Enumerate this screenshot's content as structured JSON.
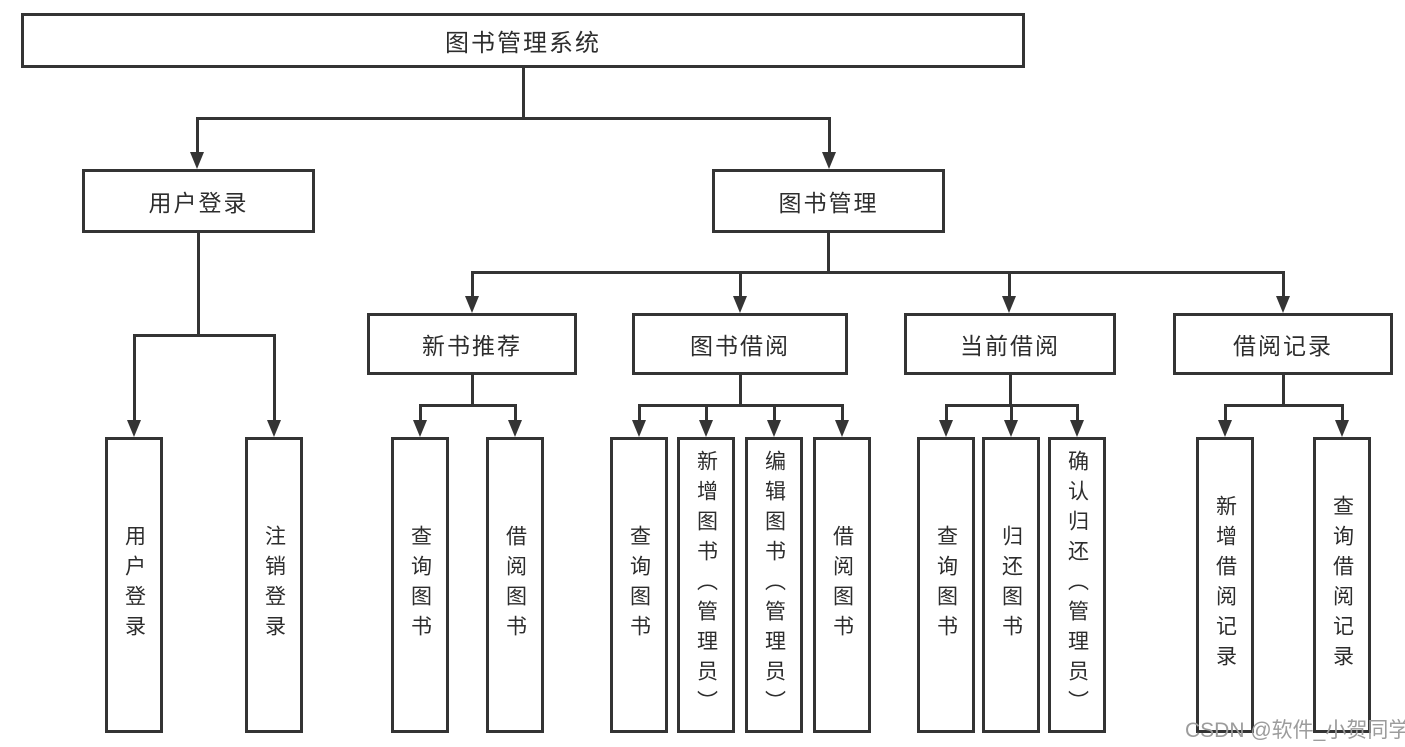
{
  "colors": {
    "line": "#343434",
    "text": "#2d2d2d",
    "watermark": "#9c9c9c",
    "background": "#ffffff"
  },
  "watermark": "CSDN @软件_小贺同学",
  "tree": {
    "label": "图书管理系统",
    "children": [
      {
        "label": "用户登录",
        "children": [
          {
            "label": "用户登录"
          },
          {
            "label": "注销登录"
          }
        ]
      },
      {
        "label": "图书管理",
        "children": [
          {
            "label": "新书推荐",
            "children": [
              {
                "label": "查询图书"
              },
              {
                "label": "借阅图书"
              }
            ]
          },
          {
            "label": "图书借阅",
            "children": [
              {
                "label": "查询图书"
              },
              {
                "label": "新增图书（管理员）"
              },
              {
                "label": "编辑图书（管理员）"
              },
              {
                "label": "借阅图书"
              }
            ]
          },
          {
            "label": "当前借阅",
            "children": [
              {
                "label": "查询图书"
              },
              {
                "label": "归还图书"
              },
              {
                "label": "确认归还（管理员）"
              }
            ]
          },
          {
            "label": "借阅记录",
            "children": [
              {
                "label": "新增借阅记录"
              },
              {
                "label": "查询借阅记录"
              }
            ]
          }
        ]
      }
    ]
  }
}
